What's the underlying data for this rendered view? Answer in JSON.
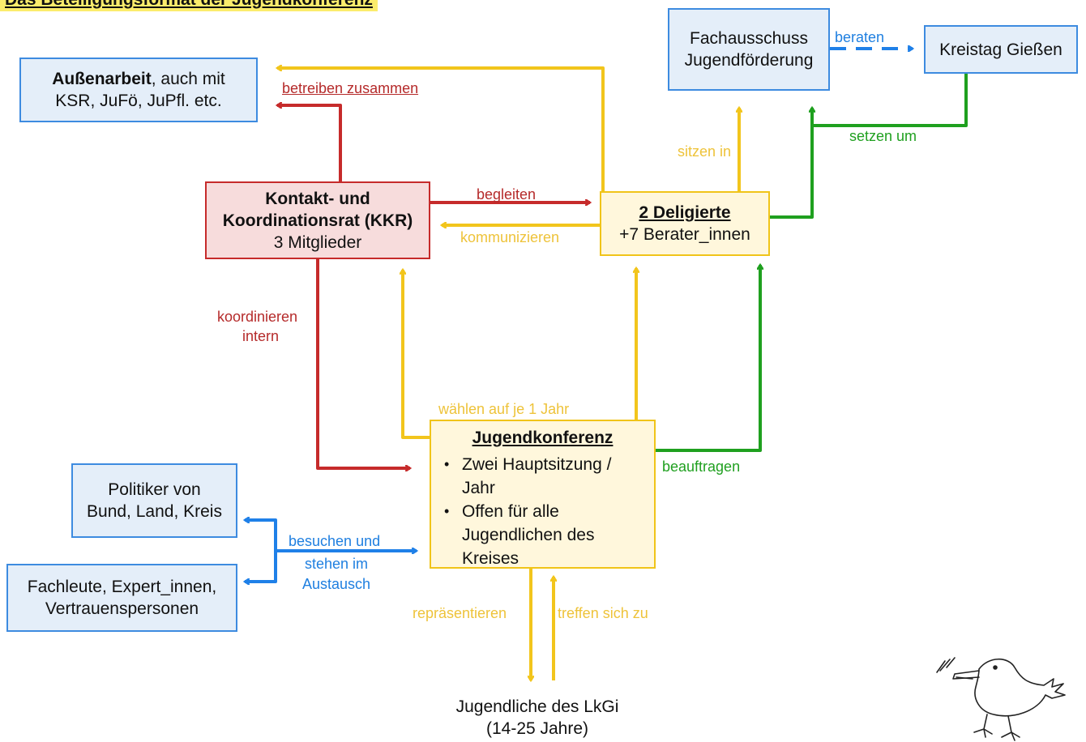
{
  "title": "Das Beteiligungsformat der Jugendkonferenz",
  "nodes": {
    "aussenarbeit": {
      "bold": "Außenarbeit",
      "rest": ", auch mit",
      "line2": "KSR, JuFö, JuPfl. etc."
    },
    "fachausschuss": {
      "line1": "Fachausschuss",
      "line2": "Jugendförderung"
    },
    "kreistag": {
      "label": "Kreistag Gießen"
    },
    "kkr": {
      "line1": "Kontakt- und",
      "line2": "Koordinationsrat (KKR)",
      "line3": "3 Mitglieder"
    },
    "deligierte": {
      "line1": "2 Deligierte",
      "line2": "+7 Berater_innen"
    },
    "jugendkonferenz": {
      "title": "Jugendkonferenz",
      "bullets": [
        "Zwei Hauptsitzung / Jahr",
        "Offen für alle Jugendlichen des Kreises"
      ]
    },
    "politiker": {
      "line1": "Politiker von",
      "line2": "Bund, Land, Kreis"
    },
    "fachleute": {
      "line1": "Fachleute, Expert_innen,",
      "line2": "Vertrauenspersonen"
    },
    "jugendliche": {
      "line1": "Jugendliche des LkGi",
      "line2": "(14-25 Jahre)"
    }
  },
  "labels": {
    "beraten": "beraten",
    "betreiben_zusammen": "betreiben zusammen",
    "sitzen_in": "sitzen in",
    "setzen_um": "setzen um",
    "begleiten": "begleiten",
    "kommunizieren": "kommunizieren",
    "koordinieren_1": "koordinieren",
    "koordinieren_2": "intern",
    "waehlen": "wählen auf je 1 Jahr",
    "beauftragen": "beauftragen",
    "besuchen_1": "besuchen und",
    "besuchen_2": "stehen im",
    "besuchen_3": "Austausch",
    "repraesentieren": "repräsentieren",
    "treffen": "treffen sich zu"
  },
  "colors": {
    "red": "#c62b2b",
    "yellow": "#f2c51c",
    "green": "#1fa01f",
    "blue": "#1f80e8"
  },
  "icons": [
    "bird-doodle-icon"
  ]
}
